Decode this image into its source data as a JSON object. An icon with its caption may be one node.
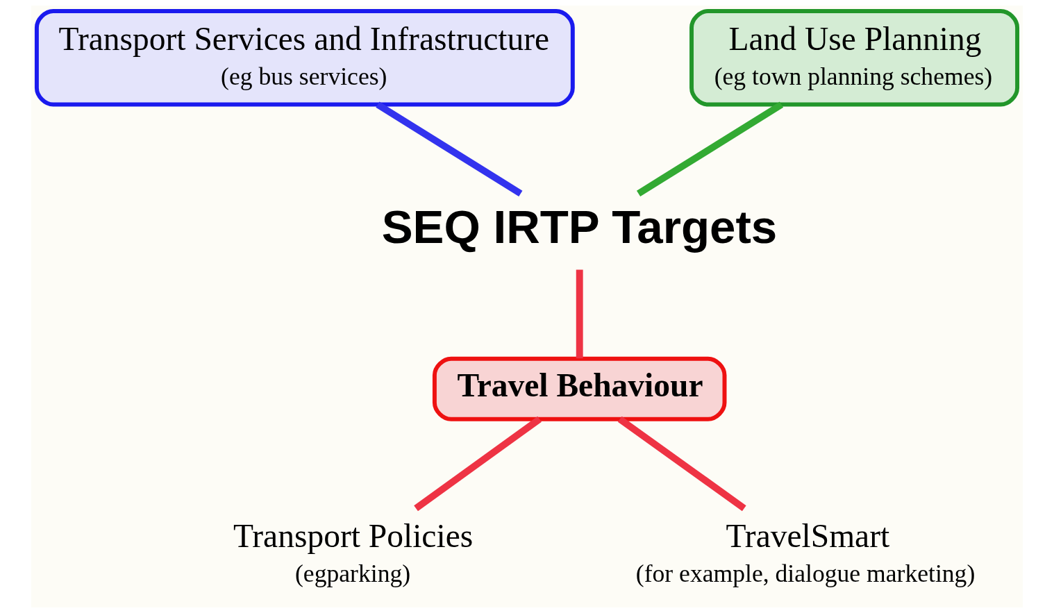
{
  "diagram": {
    "nodes": [
      {
        "text": [
          "Transport Services and Infrastructure",
          "(eg bus services)"
        ]
      },
      {
        "text": [
          "Land Use Planning",
          "(eg town planning schemes)"
        ]
      },
      {
        "text": [
          "SEQ IRTP Targets"
        ]
      },
      {
        "text": [
          "Travel Behaviour"
        ]
      },
      {
        "text": [
          "Transport Policies",
          "(egparking)"
        ]
      },
      {
        "text": [
          "TravelSmart",
          "(for example, dialogue marketing)"
        ]
      }
    ],
    "edges": [
      {
        "from": 0,
        "to": 2,
        "arrow": "none",
        "color": "#3333ee"
      },
      {
        "from": 1,
        "to": 2,
        "arrow": "none",
        "color": "#33aa33"
      },
      {
        "from": 3,
        "to": 2,
        "arrow": "none"
      },
      {
        "from": 3,
        "to": 4,
        "arrow": "none"
      },
      {
        "from": 3,
        "to": 5,
        "arrow": "none"
      }
    ]
  }
}
